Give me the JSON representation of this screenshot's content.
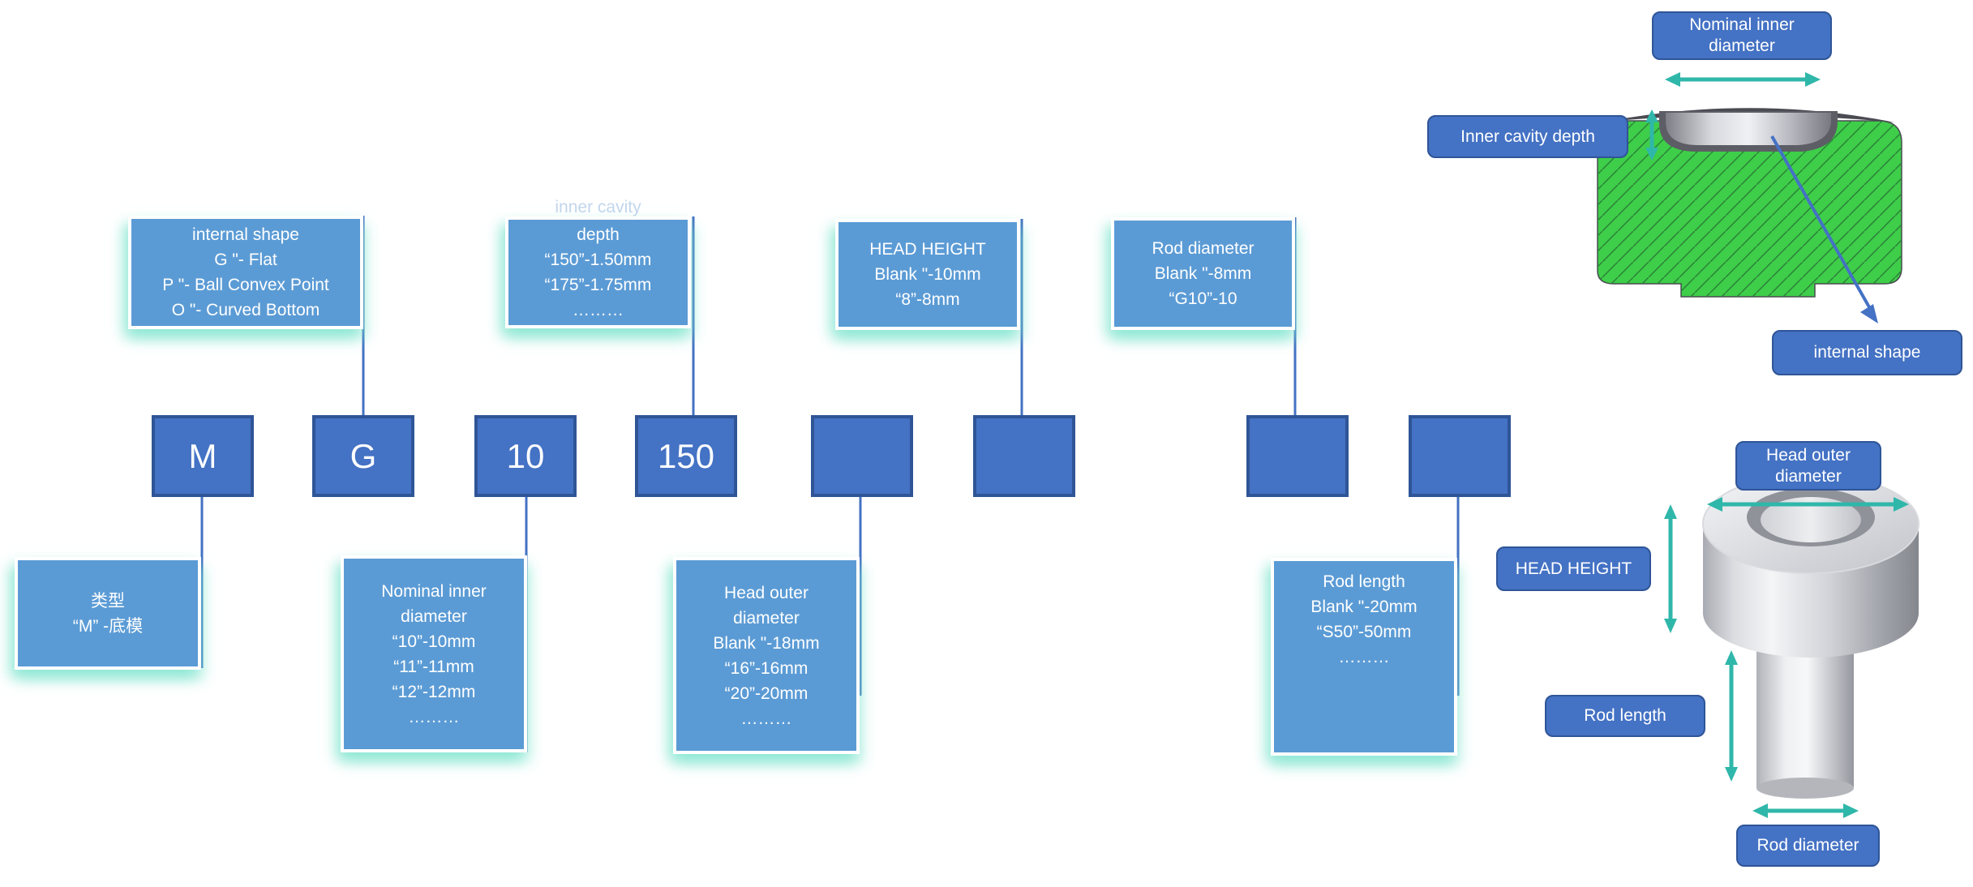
{
  "colors": {
    "callout_fill": "#5B9BD5",
    "callout_border": "#FFFFFF",
    "callout_glow": "#7DE4CE",
    "code_box_fill": "#4472C4",
    "code_box_border": "#2F5597",
    "label_tag_fill": "#4472C4",
    "connector_blue": "#4472C4",
    "dimension_arrow_teal": "#2FB7AA",
    "die_green": "#3ECE49",
    "die_hatch": "#2B8039",
    "die_top_gray": "#4B4B53"
  },
  "code_row": {
    "boxes": [
      {
        "label": "M"
      },
      {
        "label": "G"
      },
      {
        "label": "10"
      },
      {
        "label": "150"
      },
      {
        "label": ""
      },
      {
        "label": ""
      },
      {
        "label": ""
      },
      {
        "label": ""
      }
    ]
  },
  "callouts_top": [
    {
      "lines": [
        "internal shape",
        "G \"- Flat",
        "P \"- Ball Convex Point",
        "O \"- Curved Bottom"
      ]
    },
    {
      "ghost": "inner cavity",
      "lines": [
        "depth",
        "“150”-1.50mm",
        "“175”-1.75mm",
        "………"
      ]
    },
    {
      "lines": [
        "HEAD HEIGHT",
        "Blank \"-10mm",
        "“8”-8mm"
      ]
    },
    {
      "lines": [
        "Rod diameter",
        "Blank \"-8mm",
        "“G10”-10"
      ]
    }
  ],
  "callouts_bottom": [
    {
      "lines": [
        "类型",
        "“M” -底模"
      ]
    },
    {
      "lines": [
        "Nominal inner",
        "diameter",
        "“10”-10mm",
        "“11”-11mm",
        "“12”-12mm",
        "………"
      ]
    },
    {
      "lines": [
        "Head outer",
        "diameter",
        "Blank \"-18mm",
        "“16”-16mm",
        "“20”-20mm",
        "………"
      ]
    },
    {
      "lines": [
        "Rod length",
        "Blank \"-20mm",
        "“S50”-50mm",
        "………"
      ]
    }
  ],
  "labels": {
    "nominal_inner_diameter": "Nominal inner diameter",
    "inner_cavity_depth": "Inner cavity depth",
    "internal_shape": "internal shape",
    "head_outer_diameter": "Head outer diameter",
    "head_height": "HEAD HEIGHT",
    "rod_length": "Rod length",
    "rod_diameter": "Rod diameter"
  }
}
